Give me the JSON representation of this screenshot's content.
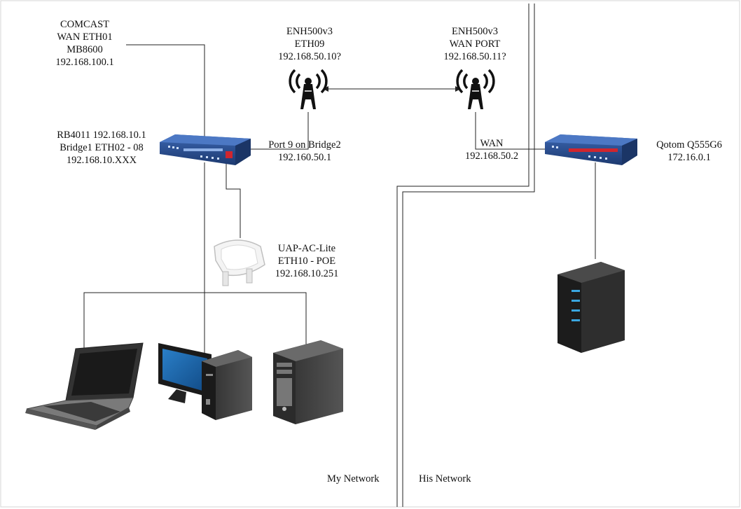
{
  "nodes": {
    "comcast": {
      "lines": [
        "COMCAST",
        "WAN ETH01",
        "MB8600",
        "192.168.100.1"
      ],
      "icon": "modem-wan-icon"
    },
    "enh_left": {
      "lines": [
        "ENH500v3",
        "ETH09",
        "192.168.50.10?"
      ],
      "icon": "antenna-tower-icon"
    },
    "enh_right": {
      "lines": [
        "ENH500v3",
        "WAN PORT",
        "192.168.50.11?"
      ],
      "icon": "antenna-tower-icon"
    },
    "rb4011": {
      "lines": [
        "RB4011 192.168.10.1",
        "Bridge1 ETH02 - 08",
        "192.168.10.XXX"
      ],
      "icon": "router-icon"
    },
    "port9": {
      "lines": [
        "Port 9 on Bridge2",
        "192.160.50.1"
      ]
    },
    "wan": {
      "lines": [
        "WAN",
        "192.168.50.2"
      ]
    },
    "qotom": {
      "lines": [
        "Qotom Q555G6",
        "172.16.0.1"
      ],
      "icon": "router-icon"
    },
    "uap": {
      "lines": [
        "UAP-AC-Lite",
        "ETH10 - POE",
        "192.168.10.251"
      ],
      "icon": "access-point-icon"
    },
    "laptop": {
      "icon": "laptop-icon"
    },
    "desktop": {
      "icon": "desktop-computer-icon"
    },
    "tower": {
      "icon": "tower-pc-icon"
    },
    "server": {
      "icon": "server-icon"
    }
  },
  "zones": {
    "my_network": "My Network",
    "his_network": "His Network"
  },
  "colors": {
    "line": "#222222",
    "router_blue": "#2a4f8f",
    "router_red": "#d0262e",
    "monitor_blue": "#1f6fb5",
    "server_led": "#3aa6e0"
  }
}
